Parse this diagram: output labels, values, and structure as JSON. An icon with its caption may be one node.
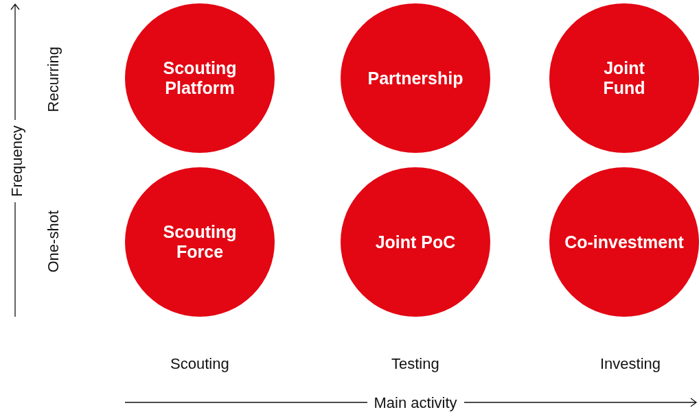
{
  "diagram": {
    "nodes": [
      {
        "text": [
          "Scouting Platform"
        ]
      },
      {
        "text": [
          "Partnership"
        ]
      },
      {
        "text": [
          "Joint Fund"
        ]
      },
      {
        "text": [
          "Scouting Force"
        ]
      },
      {
        "text": [
          "Joint PoC"
        ]
      },
      {
        "text": [
          "Co-investment"
        ]
      }
    ],
    "labels": [
      "Frequency",
      "Recurring",
      "One-shot",
      "Scouting",
      "Testing",
      "Investing",
      "Main activity"
    ]
  }
}
